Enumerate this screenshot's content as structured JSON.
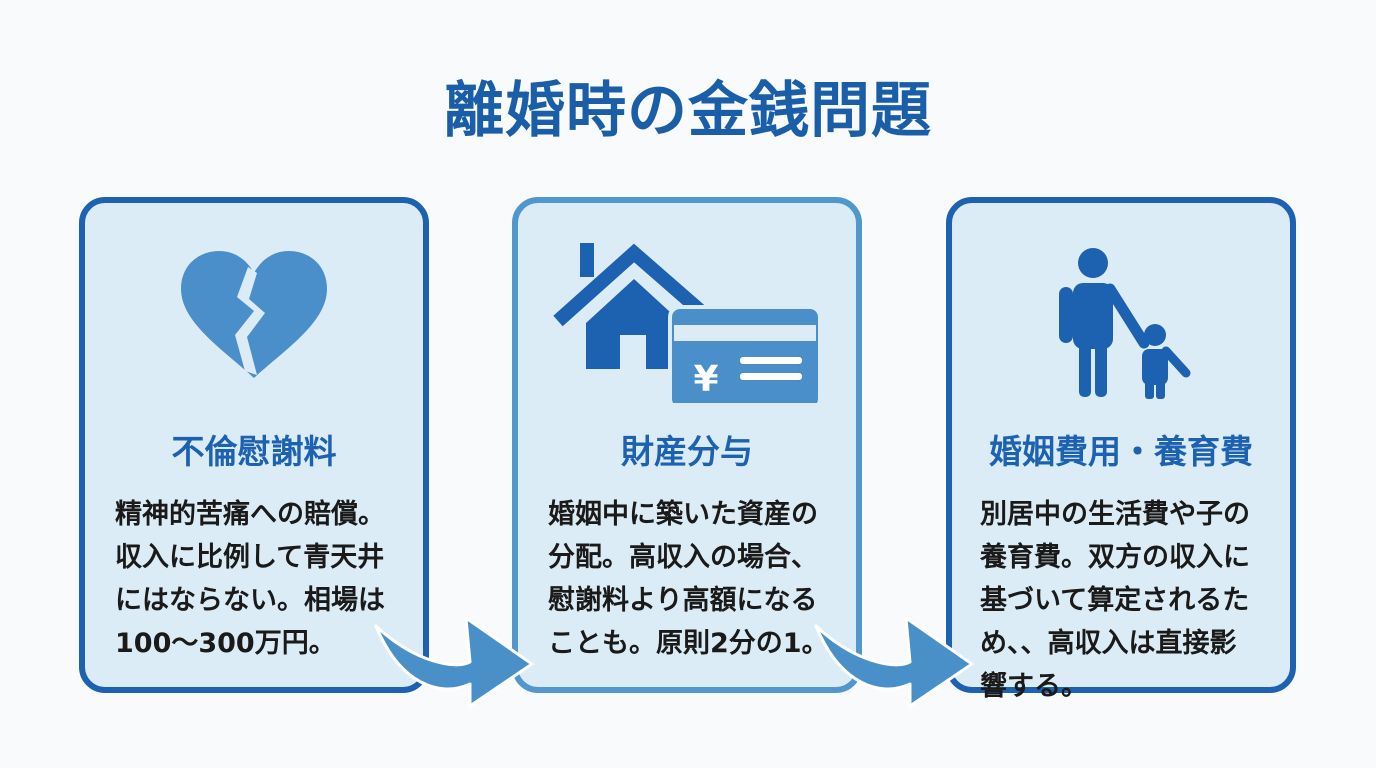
{
  "title": "離婚時の金銭問題",
  "colors": {
    "title": "#1a5ea8",
    "card_border_dark": "#1d62b0",
    "card_border_light": "#4f97cd",
    "card_fill": "#dcecf7",
    "icon_fill": "#4a8fca",
    "arrow_fill": "#4a90c8"
  },
  "cards": [
    {
      "heading": "不倫慰謝料",
      "icon": "broken-heart-icon",
      "lines": [
        "精神的苦痛への賠償。",
        "収入に比例して青天井",
        "にはならない。相場は",
        "100〜300万円。"
      ]
    },
    {
      "heading": "財産分与",
      "icon": "house-and-yen-card-icon",
      "card_symbol": "¥",
      "lines": [
        "婚姻中に築いた資産の",
        "分配。高収入の場合、",
        "慰謝料より高額になる",
        "ことも。原則2分の1。"
      ]
    },
    {
      "heading": "婚姻費用・養育費",
      "icon": "parent-and-child-icon",
      "lines": [
        "別居中の生活費や子の",
        "養育費。双方の収入に",
        "基づいて算定されるた",
        "め、、高収入は直接影",
        "響する。"
      ]
    }
  ]
}
